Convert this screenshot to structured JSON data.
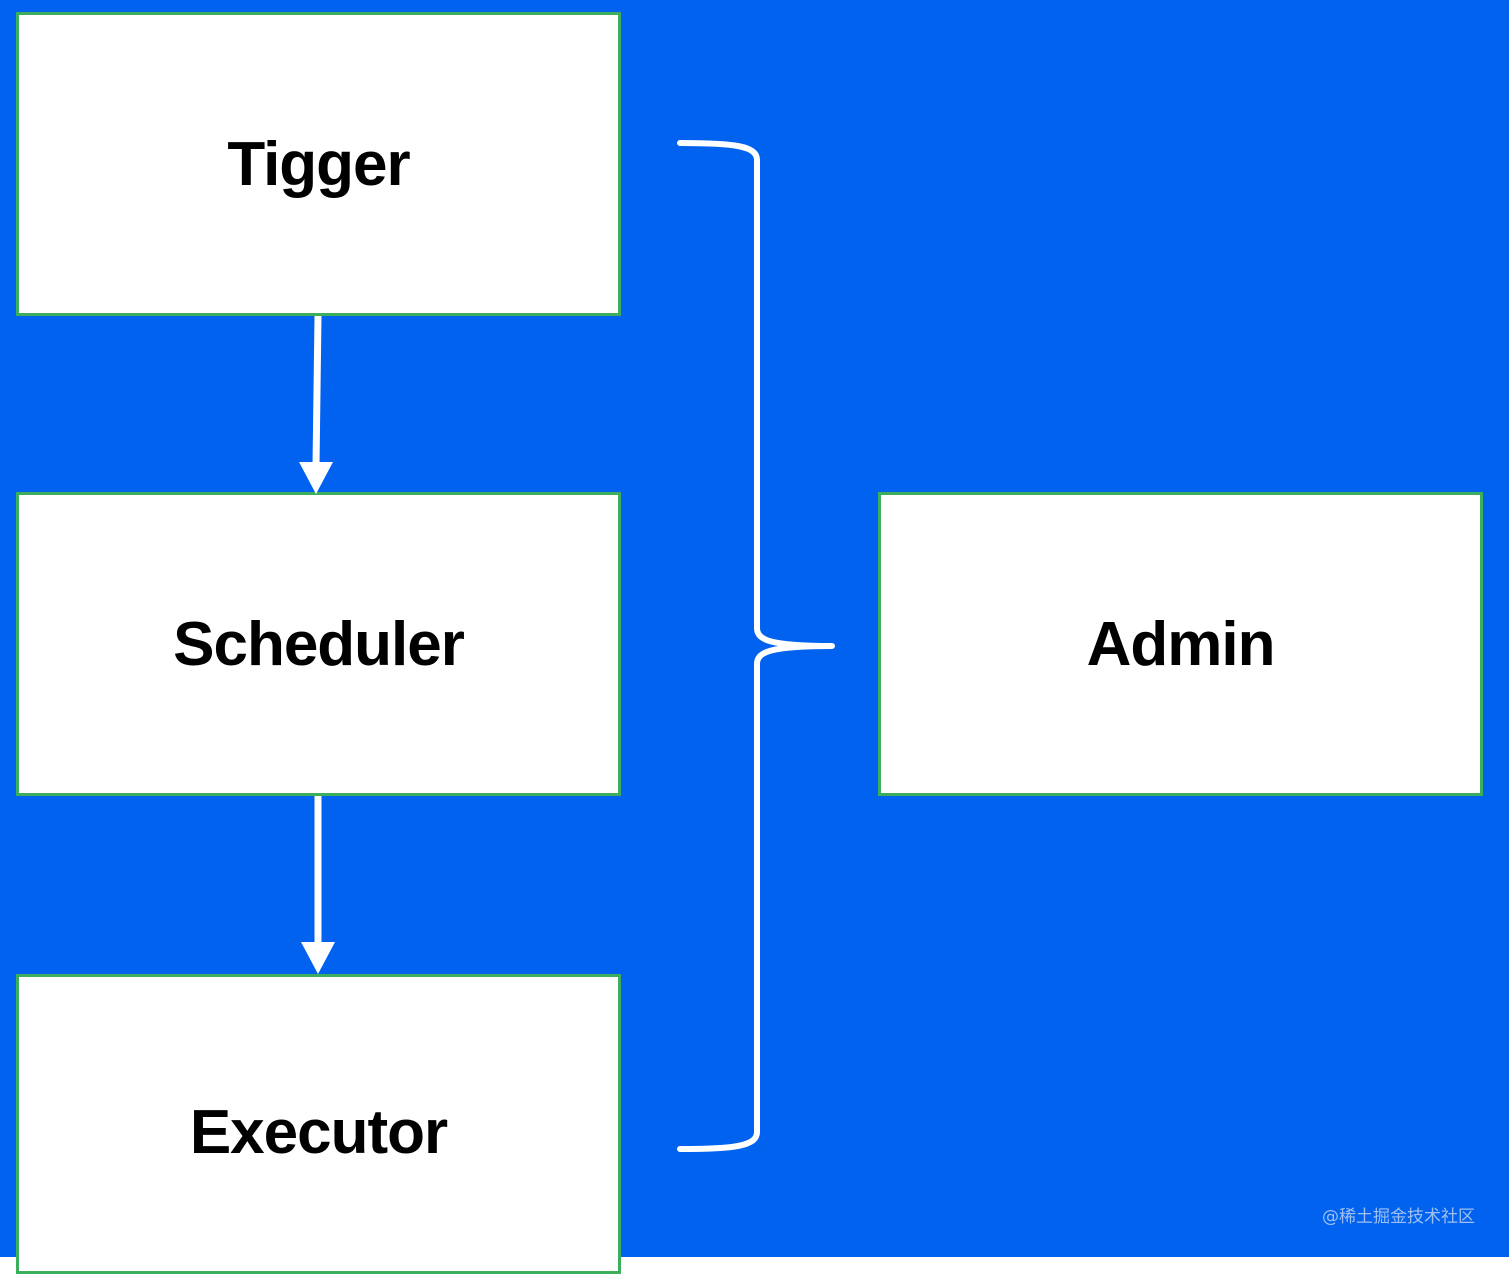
{
  "diagram": {
    "background_color": "#0062ee",
    "box_fill": "#ffffff",
    "box_border_color": "#3cae5c",
    "connector_color": "#ffffff",
    "nodes": {
      "tigger": {
        "label": "Tigger"
      },
      "scheduler": {
        "label": "Scheduler"
      },
      "executor": {
        "label": "Executor"
      },
      "admin": {
        "label": "Admin"
      }
    },
    "edges": [
      {
        "from": "Tigger",
        "to": "Scheduler",
        "type": "arrow"
      },
      {
        "from": "Scheduler",
        "to": "Executor",
        "type": "arrow"
      }
    ],
    "grouping": {
      "members": [
        "Tigger",
        "Scheduler",
        "Executor"
      ],
      "points_to": "Admin",
      "symbol": "right-curly-brace"
    }
  },
  "watermark": {
    "text": "@稀土掘金技术社区",
    "color": "#9fc0f3"
  }
}
